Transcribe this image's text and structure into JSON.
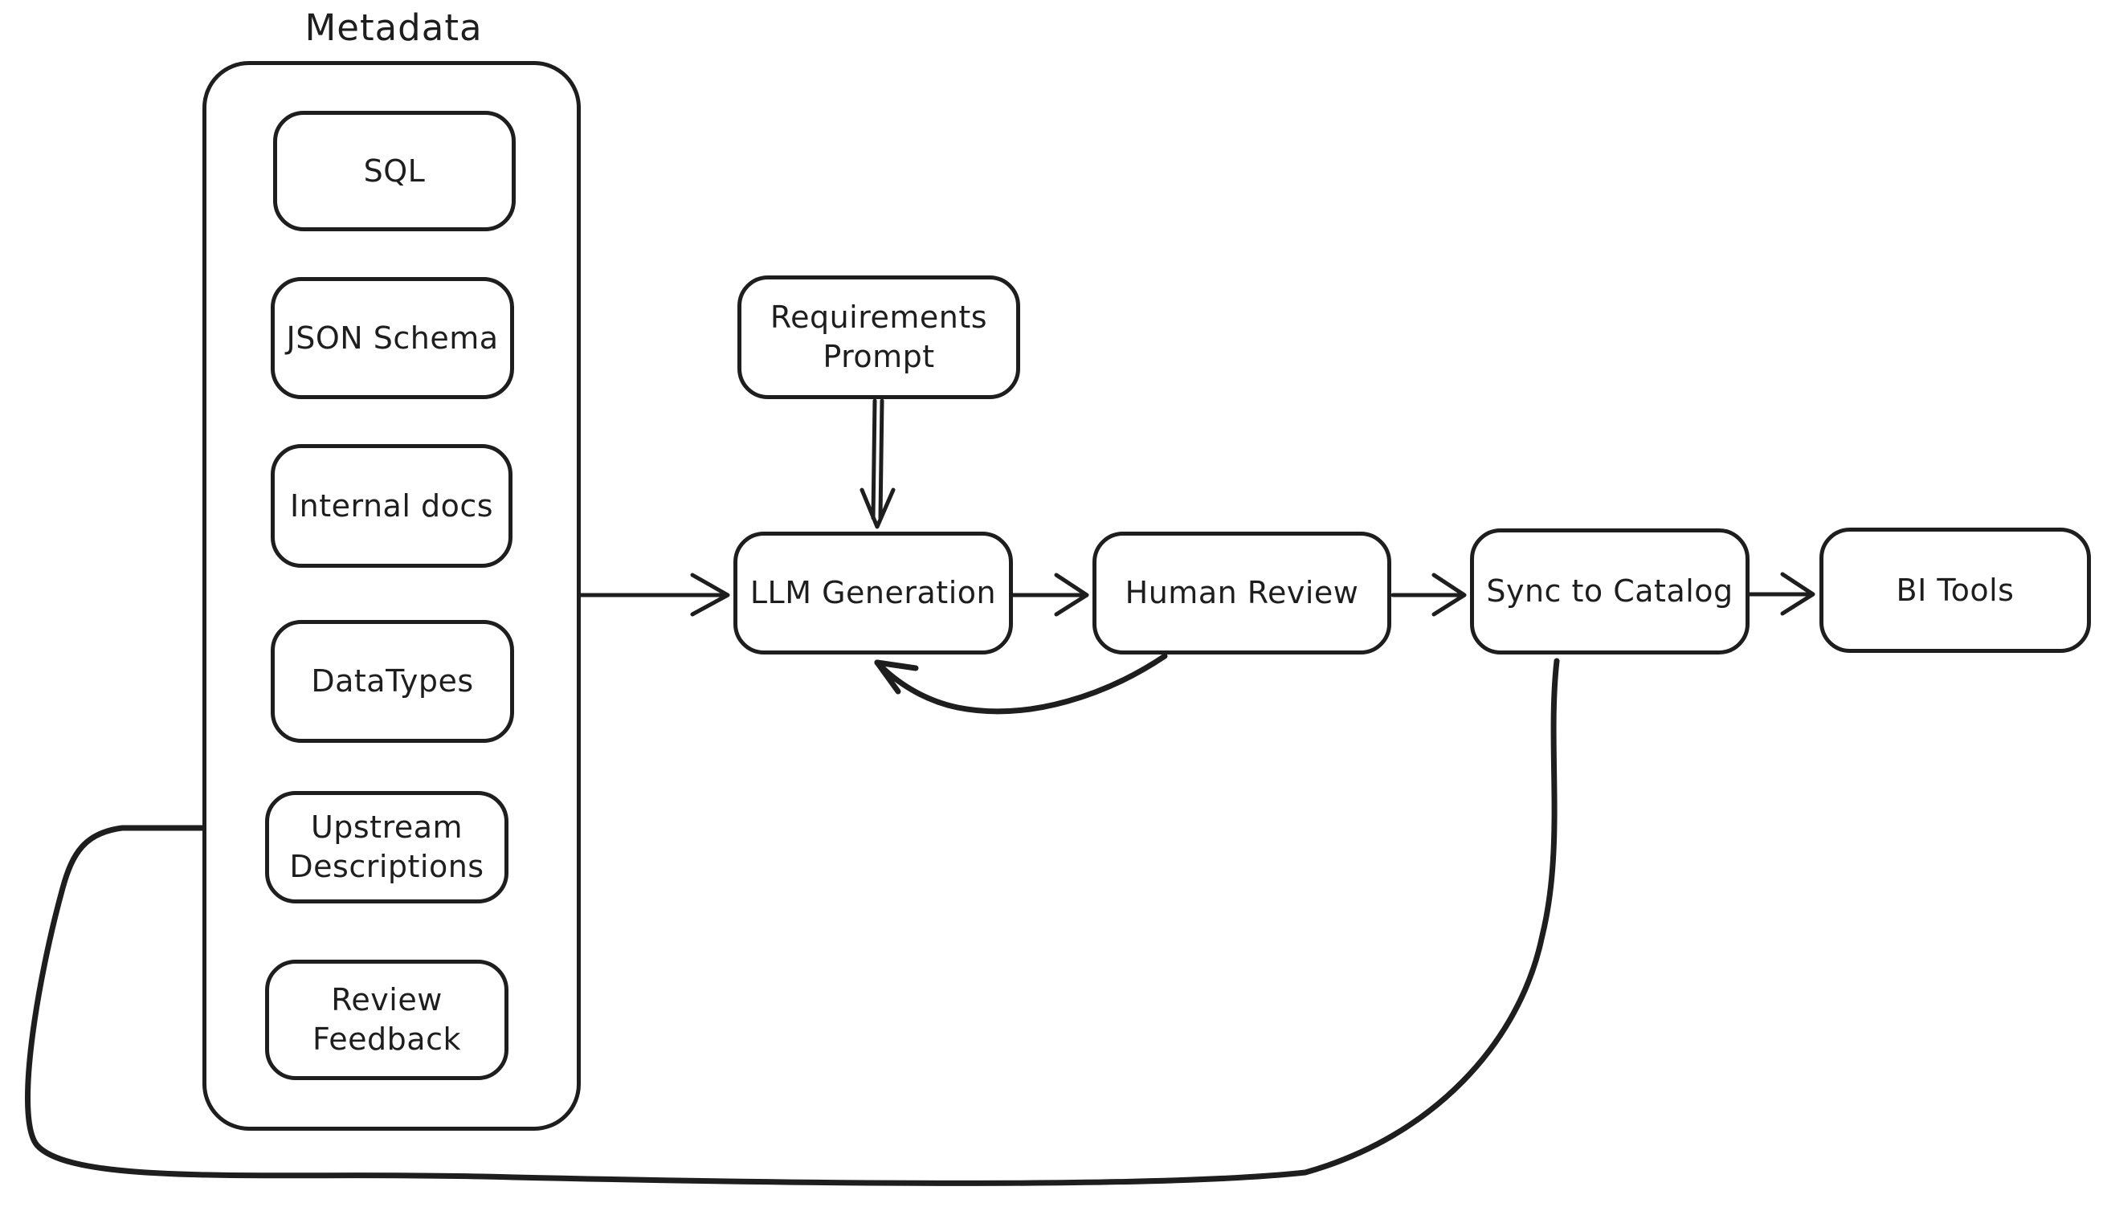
{
  "diagram": {
    "background_color": "#ffffff",
    "stroke_color": "#1e1e1e",
    "metadata_group": {
      "title": "Metadata",
      "items": [
        {
          "label": "SQL"
        },
        {
          "label": "JSON Schema"
        },
        {
          "label": "Internal docs"
        },
        {
          "label": "DataTypes"
        },
        {
          "label": "Upstream Descriptions"
        },
        {
          "label": "Review Feedback"
        }
      ]
    },
    "nodes": [
      {
        "label": "Requirements Prompt"
      },
      {
        "label": "LLM Generation"
      },
      {
        "label": "Human Review"
      },
      {
        "label": "Sync to Catalog"
      },
      {
        "label": "BI Tools"
      }
    ],
    "edges": [
      {
        "from": "Metadata",
        "to": "LLM Generation"
      },
      {
        "from": "Requirements Prompt",
        "to": "LLM Generation"
      },
      {
        "from": "LLM Generation",
        "to": "Human Review"
      },
      {
        "from": "Human Review",
        "to": "LLM Generation"
      },
      {
        "from": "Human Review",
        "to": "Sync to Catalog"
      },
      {
        "from": "Sync to Catalog",
        "to": "BI Tools"
      },
      {
        "from": "Sync to Catalog",
        "to": "Upstream Descriptions"
      }
    ]
  }
}
